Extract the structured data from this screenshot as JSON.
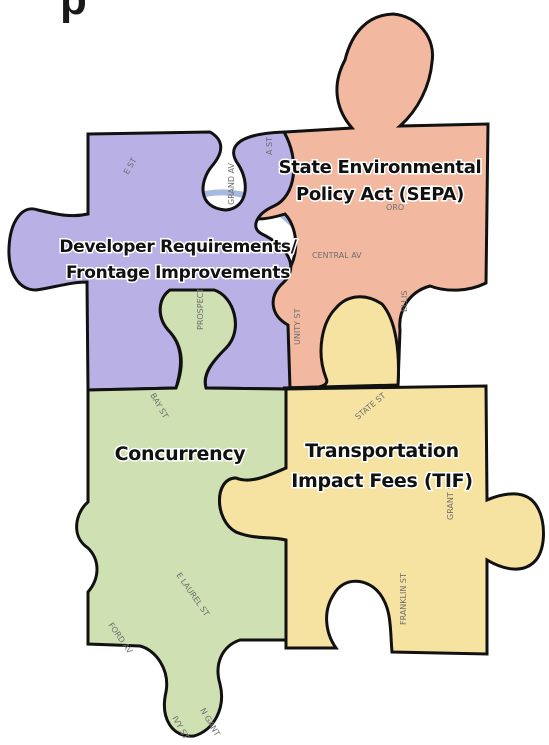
{
  "title_fragment": "p",
  "pieces": [
    {
      "id": "sepa",
      "lines": [
        "State Environmental",
        "Policy Act (SEPA)"
      ],
      "color": "#f2b9a0"
    },
    {
      "id": "developer",
      "lines": [
        "Developer Requirements/",
        "Frontage Improvements"
      ],
      "color": "#b9b0e6"
    },
    {
      "id": "concurrency",
      "lines": [
        "Concurrency"
      ],
      "color": "#cfe0b3"
    },
    {
      "id": "tif",
      "lines": [
        "Transportation",
        "Impact Fees (TIF)"
      ],
      "color": "#f6e3a2"
    }
  ],
  "streets": [
    "E ST",
    "GRAND AV",
    "A ST",
    "CENTRAL AV",
    "PROSPECT",
    "UNITY ST",
    "BAY ST",
    "STATE ST",
    "E LAUREL ST",
    "FORD AV",
    "IVY ST",
    "N GANT",
    "FRANKLIN ST",
    "GRANT ST",
    "ELLIS",
    "ORO"
  ]
}
